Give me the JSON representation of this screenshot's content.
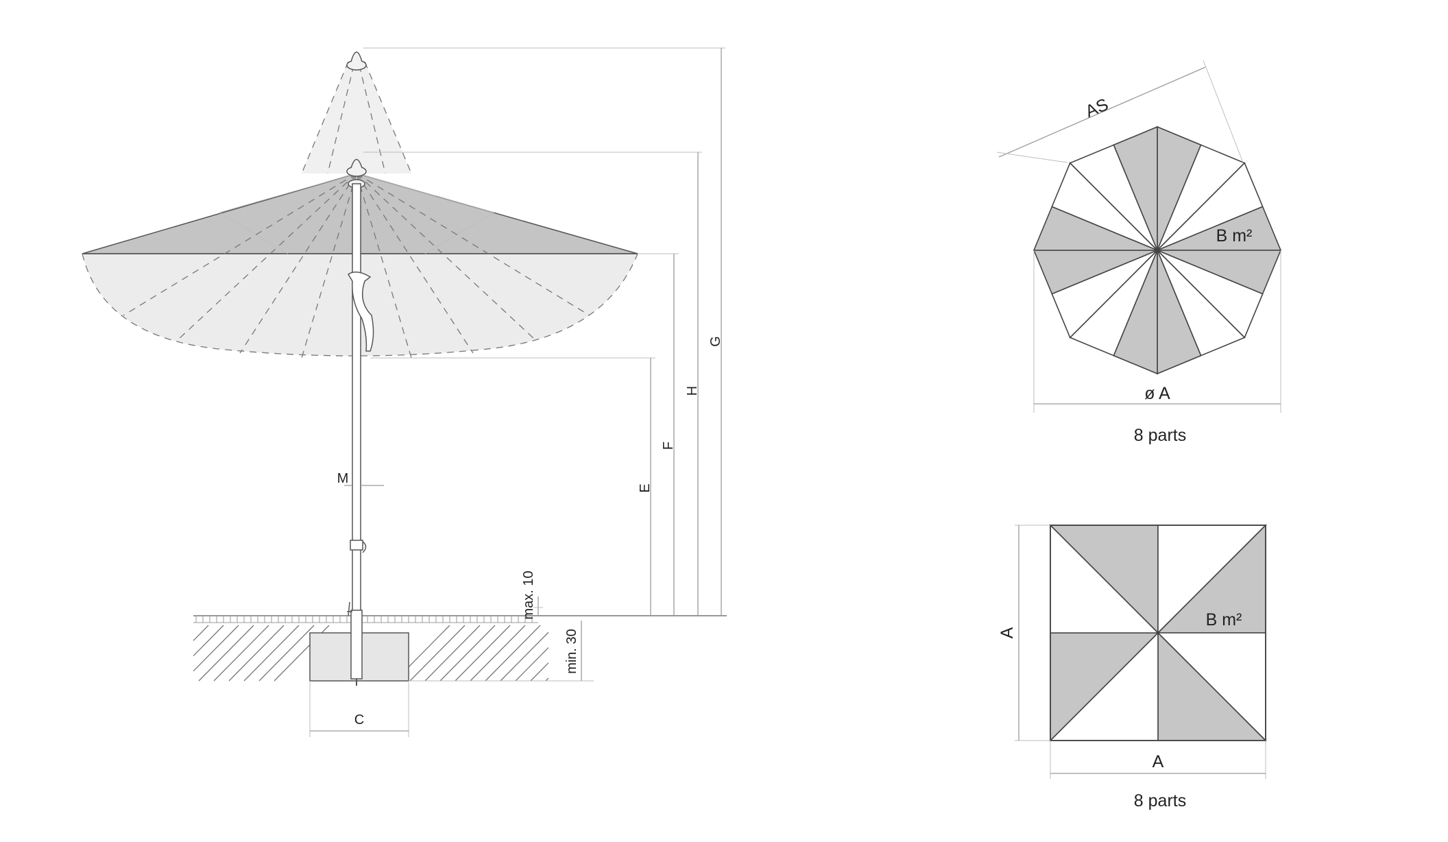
{
  "side_view": {
    "labels": {
      "g": "G",
      "h": "H",
      "f": "F",
      "e": "E",
      "m": "M",
      "c": "C",
      "max": "max. 10",
      "min": "min. 30"
    }
  },
  "octagon_view": {
    "label_as": "AS",
    "label_area": "B m²",
    "label_diameter": "ø A",
    "caption": "8 parts"
  },
  "square_view": {
    "label_side_left": "A",
    "label_side_bottom": "A",
    "label_area": "B m²",
    "caption": "8 parts"
  }
}
